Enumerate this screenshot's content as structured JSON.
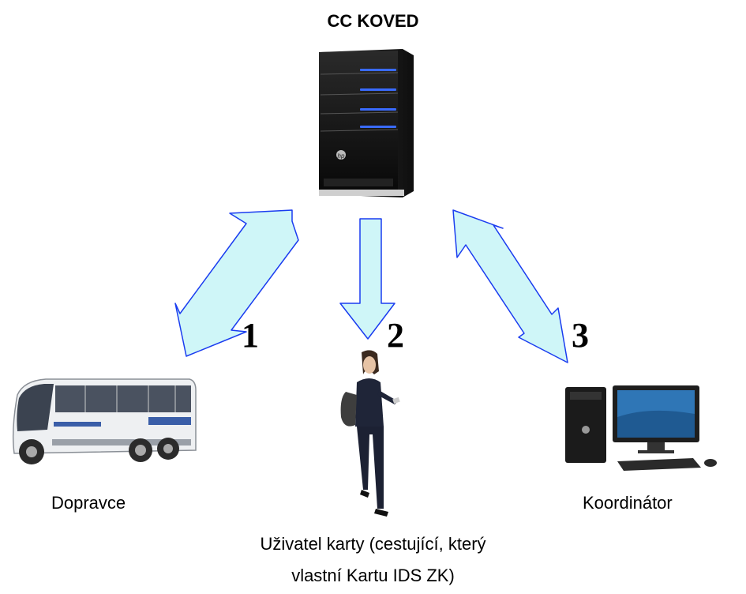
{
  "title": "CC KOVED",
  "arrows": [
    {
      "number": "1",
      "direction": "bidirectional"
    },
    {
      "number": "2",
      "direction": "down"
    },
    {
      "number": "3",
      "direction": "bidirectional"
    }
  ],
  "nodes": {
    "server": {
      "icon": "server-tower-icon"
    },
    "carrier": {
      "label": "Dopravce",
      "icon": "bus-icon"
    },
    "card_user": {
      "label_line1": "Uživatel karty (cestující, který",
      "label_line2": "vlastní Kartu IDS ZK)",
      "icon": "woman-with-phone-icon"
    },
    "coordinator": {
      "label": "Koordinátor",
      "icon": "desktop-computer-icon"
    }
  },
  "colors": {
    "arrow_fill": "#cff6f8",
    "arrow_stroke": "#1a3cf0",
    "server_glow": "#3a6bff"
  }
}
